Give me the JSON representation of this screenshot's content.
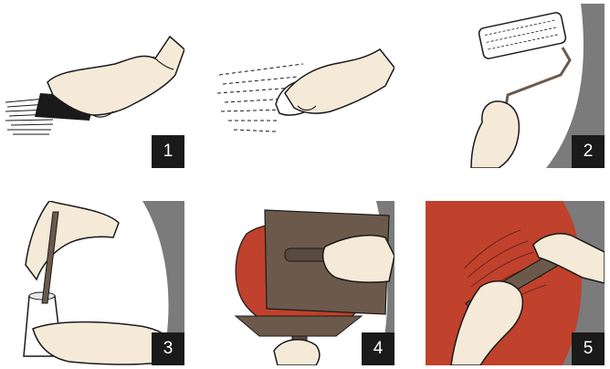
{
  "steps": [
    {
      "number": "1",
      "action": "sanding-surface"
    },
    {
      "action": "wiping-dust"
    },
    {
      "number": "2",
      "action": "rolling-primer"
    },
    {
      "number": "3",
      "action": "stirring-plaster"
    },
    {
      "number": "4",
      "action": "trowel-application"
    },
    {
      "number": "5",
      "action": "scraping-texture"
    }
  ],
  "colors": {
    "badge_bg": "#1a1a1a",
    "wall_gray": "#7b7b7b",
    "skin": "#f5ead8",
    "outline": "#1a1a1a",
    "plaster_red": "#c0412c",
    "tool_brown": "#6b5a4c"
  }
}
